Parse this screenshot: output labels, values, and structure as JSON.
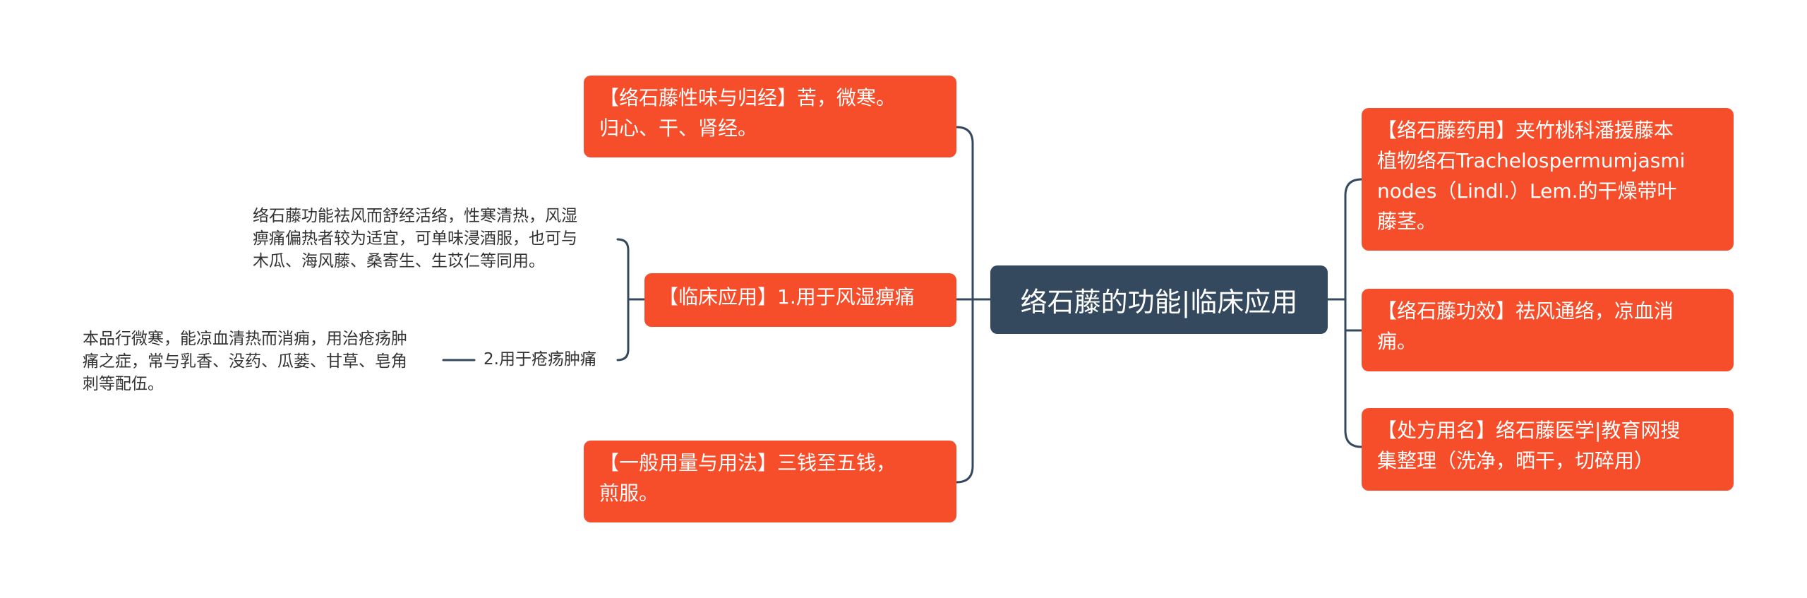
{
  "mindmap": {
    "root": {
      "label": "络石藤的功能|临床应用"
    },
    "left": {
      "nature": {
        "label": "【络石藤性味与归经】苦，微寒。\n归心、干、肾经。"
      },
      "clinical": {
        "label": "【临床应用】1.用于风湿痹痛",
        "note": "络石藤功能祛风而舒经活络，性寒清热，风湿\n痹痛偏热者较为适宜，可单味浸酒服，也可与\n木瓜、海风藤、桑寄生、生苡仁等同用。",
        "sub": {
          "label": "2.用于疮疡肿痛",
          "note": "本品行微寒，能凉血清热而消痈，用治疮疡肿\n痛之症，常与乳香、没药、瓜蒌、甘草、皂角\n刺等配伍。"
        }
      },
      "dosage": {
        "label": "【一般用量与用法】三钱至五钱，\n煎服。"
      }
    },
    "right": {
      "medicinal": {
        "label": "【络石藤药用】夹竹桃科潘援藤本\n植物络石Trachelospermumjasmi\nnodes（Lindl.）Lem.的干燥带叶\n藤茎。"
      },
      "efficacy": {
        "label": "【络石藤功效】祛风通络，凉血消\n痈。"
      },
      "prescription": {
        "label": "【处方用名】络石藤医学|教育网搜\n集整理（洗净，晒干，切碎用）"
      }
    }
  },
  "colors": {
    "root_fill": "#34495e",
    "branch_fill": "#f64e2b",
    "connector": "#34495e",
    "text_dark": "#333333"
  }
}
